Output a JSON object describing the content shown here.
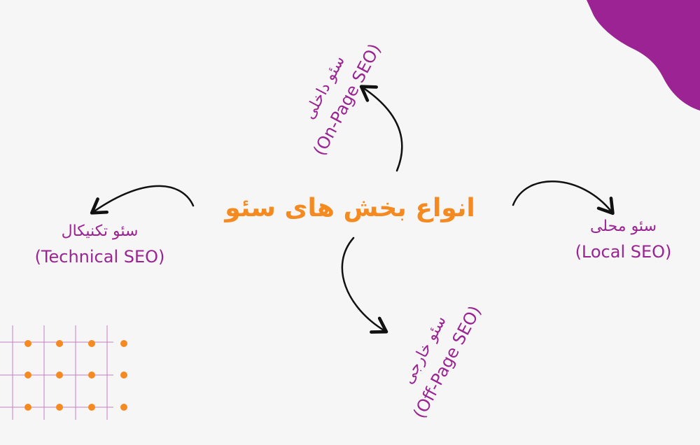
{
  "title": "انواع بخش های سئو",
  "nodes": {
    "onpage": {
      "fa": "سئو داخلی",
      "en": "(On-Page SEO)"
    },
    "technical": {
      "fa": "سئو تکنیکال",
      "en": "(Technical SEO)"
    },
    "local": {
      "fa": "سئو محلی",
      "en": "(Local SEO)"
    },
    "offpage": {
      "fa": "سئو خارجی",
      "en": "(Off-Page SEO)"
    }
  },
  "colors": {
    "title": "#f58a21",
    "node_text": "#9a2492",
    "accent_blob": "#9b2393",
    "dots": "#f58a21",
    "grid_lines": "#c77fc3",
    "arrows": "#111111"
  }
}
